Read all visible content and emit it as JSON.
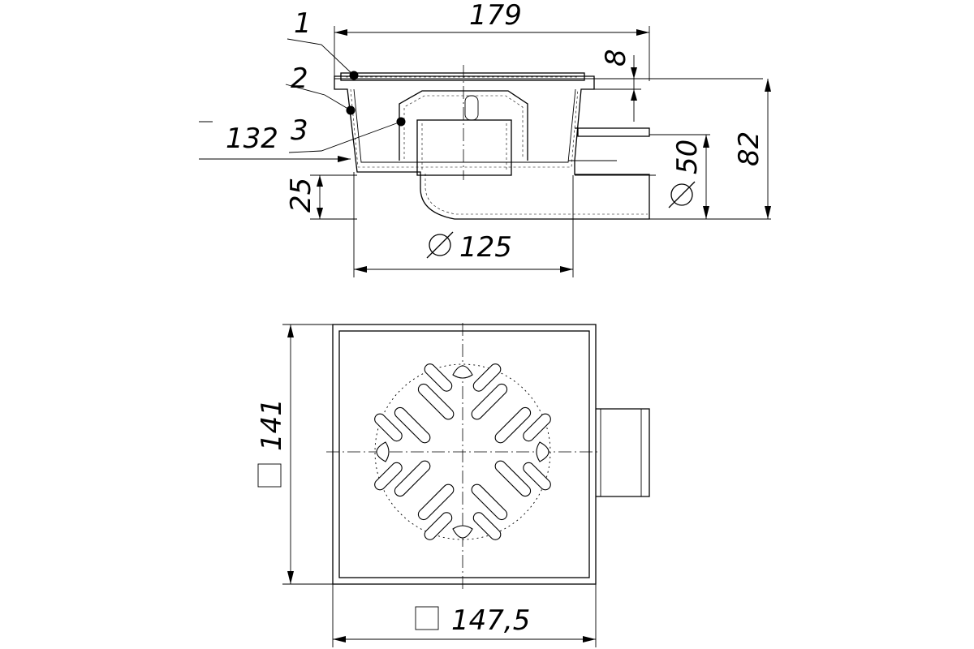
{
  "drawing": {
    "title": "",
    "callouts": [
      "1",
      "2",
      "3"
    ],
    "dimensions": {
      "overall_width": "179",
      "rim_height": "8",
      "total_height": "82",
      "outlet_diameter": "50",
      "body_diameter": "125",
      "outlet_offset": "25",
      "inlet_height": "132",
      "plan_side_vertical": "141",
      "plan_side_horizontal": "147,5"
    }
  }
}
